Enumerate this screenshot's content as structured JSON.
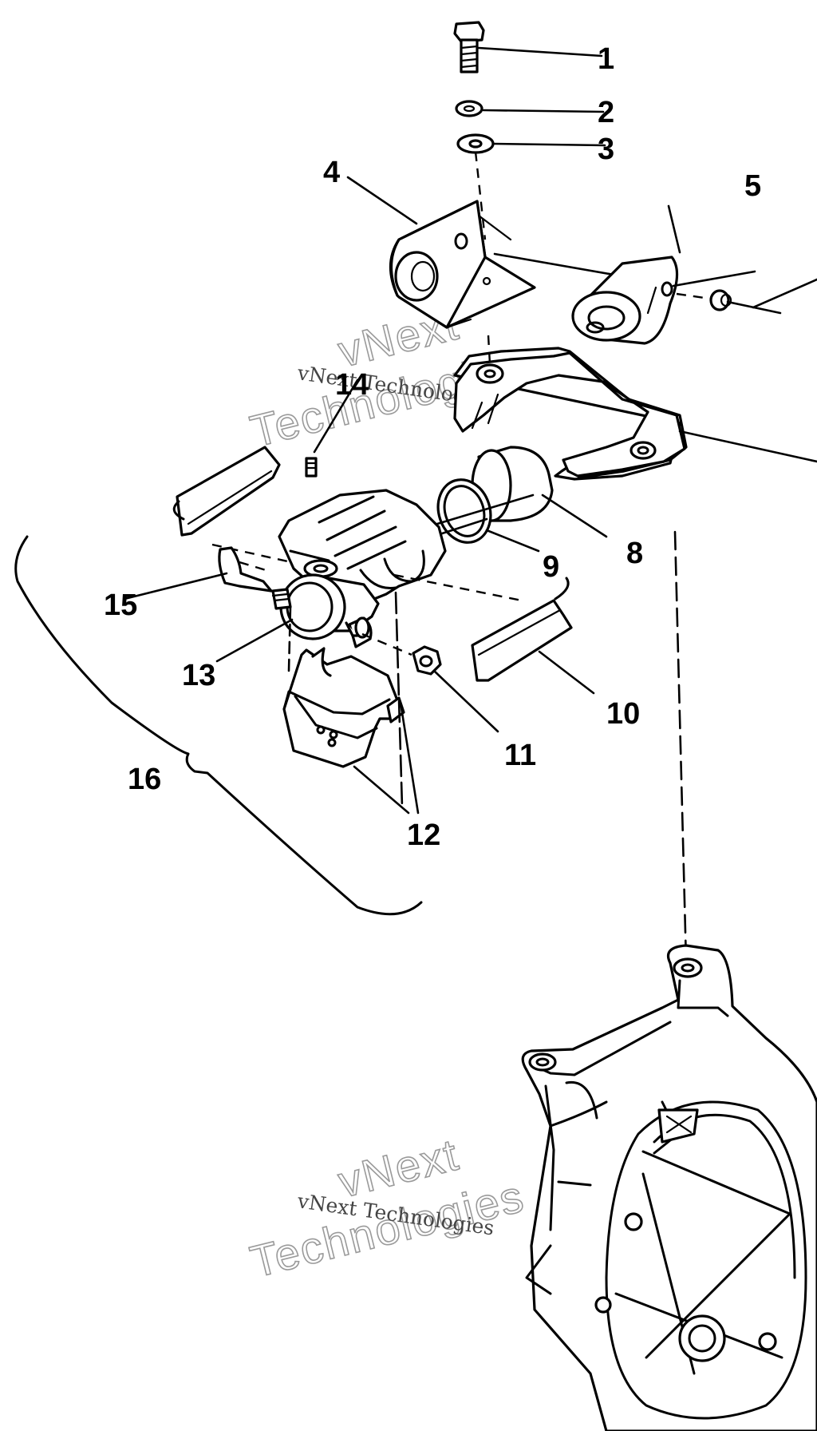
{
  "callouts": [
    "1",
    "2",
    "3",
    "4",
    "5",
    "8",
    "9",
    "10",
    "11",
    "12",
    "13",
    "15",
    "16",
    "14"
  ],
  "watermark": {
    "brand_line1": "vNext",
    "brand_line2": "Technologies",
    "caption": "vNext Technologies"
  }
}
